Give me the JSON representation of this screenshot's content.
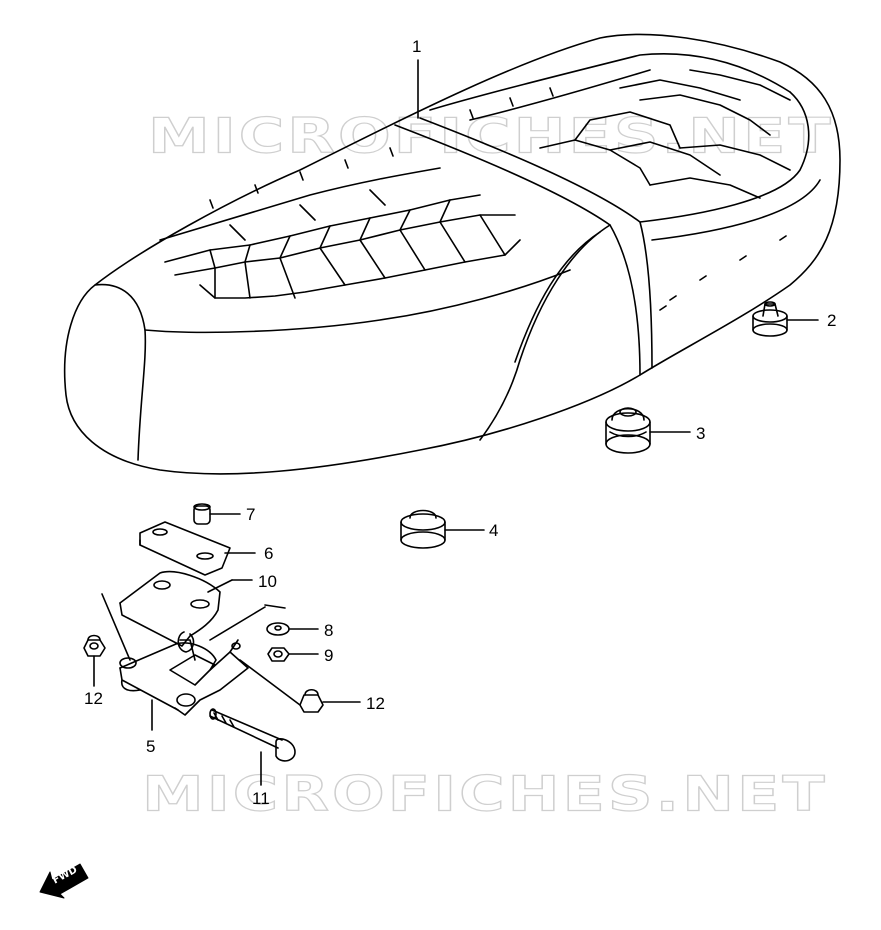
{
  "watermark": {
    "text": "MICROFICHES.NET"
  },
  "callouts": [
    {
      "id": "c1",
      "label": "1"
    },
    {
      "id": "c2",
      "label": "2"
    },
    {
      "id": "c3",
      "label": "3"
    },
    {
      "id": "c4",
      "label": "4"
    },
    {
      "id": "c5",
      "label": "5"
    },
    {
      "id": "c6",
      "label": "6"
    },
    {
      "id": "c7",
      "label": "7"
    },
    {
      "id": "c8",
      "label": "8"
    },
    {
      "id": "c9",
      "label": "9"
    },
    {
      "id": "c10",
      "label": "10"
    },
    {
      "id": "c11",
      "label": "11"
    },
    {
      "id": "c12a",
      "label": "12"
    },
    {
      "id": "c12b",
      "label": "12"
    }
  ],
  "fwd_arrow": {
    "label": "FWD"
  }
}
